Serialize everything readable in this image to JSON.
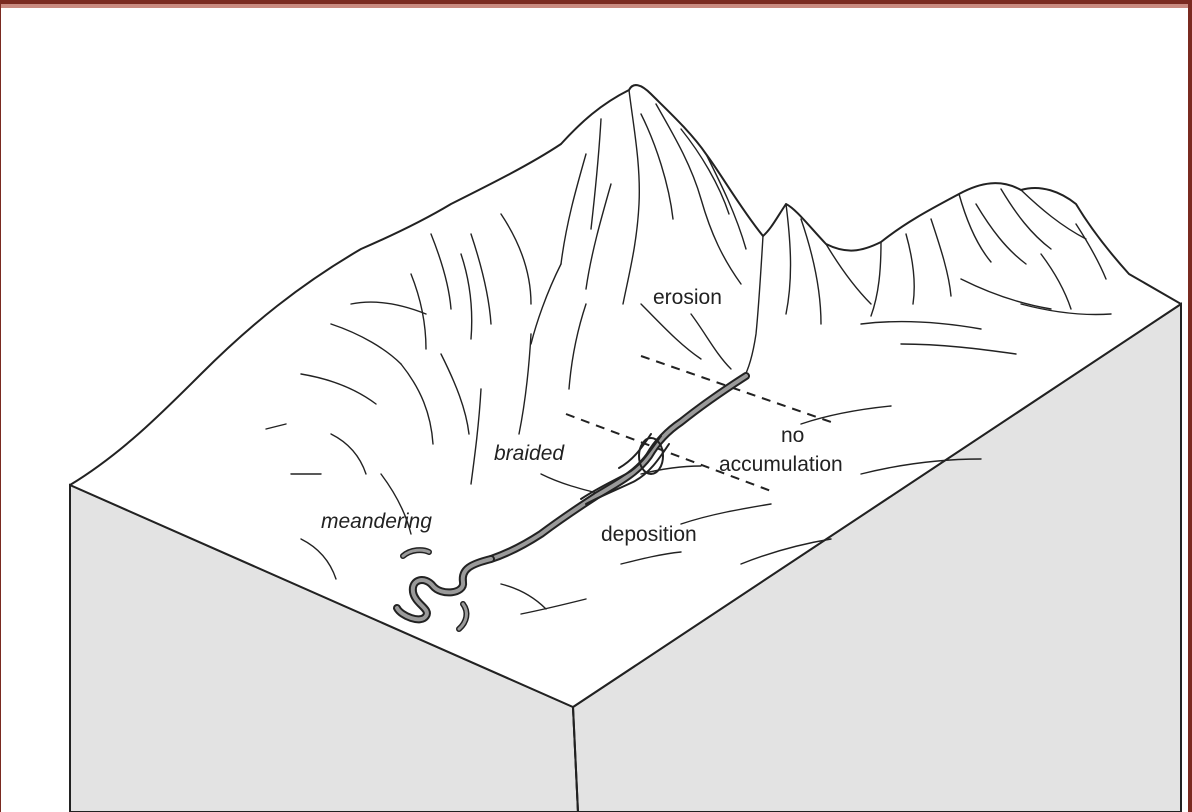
{
  "labels": {
    "erosion": "erosion",
    "no": "no",
    "accumulation": "accumulation",
    "braided": "braided",
    "meandering": "meandering",
    "deposition": "deposition"
  },
  "colors": {
    "frame": "#7a2a20",
    "block_side": "#e3e3e3",
    "line": "#222222"
  }
}
